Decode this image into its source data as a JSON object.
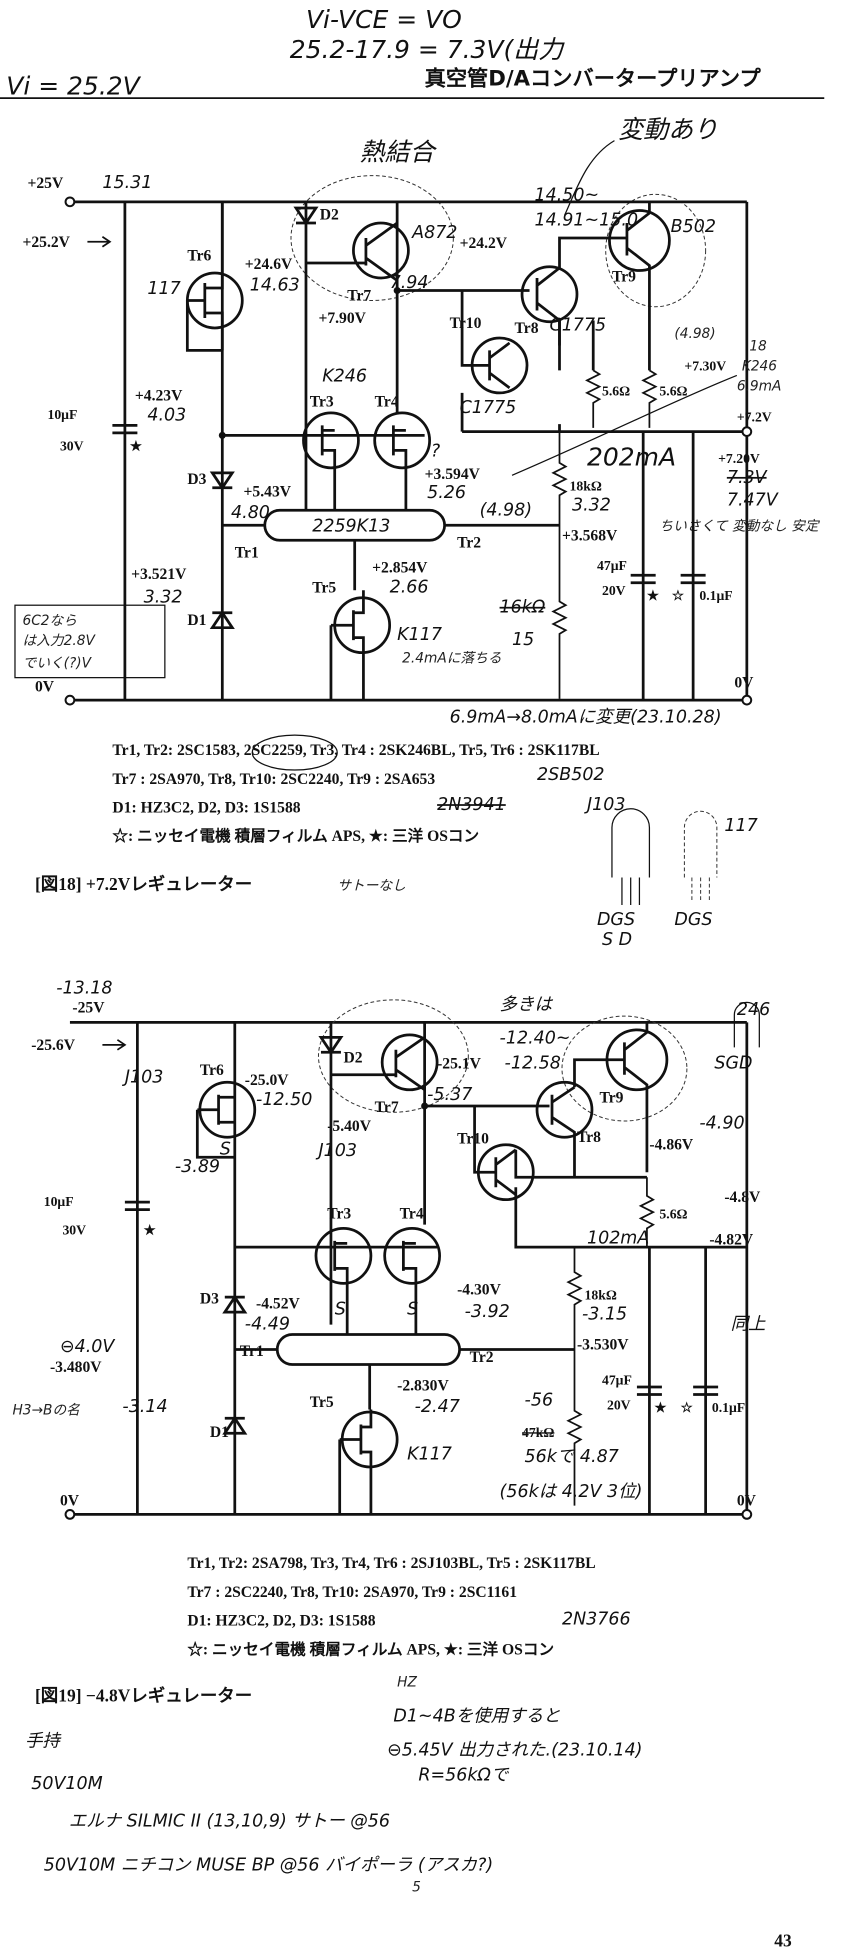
{
  "header": {
    "title": "真空管D/Aコンバータープリアンプ",
    "note_formula1": "Vi-VCE = VO",
    "note_formula2": "25.2-17.9 = 7.3V(出力",
    "note_vi": "Vi = 25.2V"
  },
  "fig18": {
    "caption": "[図18] +7.2Vレギュレーター",
    "caption_note": "サトーなし",
    "note_thermal": "熱結合",
    "note_fluct": "変動あり",
    "rail_top": "+25V",
    "rail_top_meas": "15.31",
    "in_v": "+25.2V",
    "d2": "D2",
    "tr7": "Tr7",
    "tr7_part": "A872",
    "tr6": "Tr6",
    "tr6_part": "117",
    "v_24_6": "+24.6V",
    "m_14_63": "14.63",
    "v_7_90": "+7.90V",
    "m_7_94": "7.94",
    "v_24_2": "+24.2V",
    "m_14_50": "14.50~",
    "m_1491": "14.91~15.0",
    "tr9": "Tr9",
    "tr9_part": "B502",
    "tr8": "Tr8",
    "tr8_part": "C1775",
    "tr10": "Tr10",
    "tr10_part": "C1775",
    "r_5_6a": "5.6Ω",
    "r_5_6b": "5.6Ω",
    "v_7_30": "+7.30V",
    "m_498a": "(4.98)",
    "m_18": "18",
    "m_k246b": "K246",
    "m_69ma": "6.9mA",
    "out_v": "+7.2V",
    "m_202ma": "202mA",
    "v_7_20": "+7.20V",
    "m_73v": "7.3V",
    "m_747v": "7.47V",
    "m_note_right": "ちいさくて 変動なし 安定",
    "c10": "10μF",
    "c10_v": "30V",
    "star": "★",
    "v_4_23": "+4.23V",
    "m_4_03": "4.03",
    "m_k246": "K246",
    "tr3": "Tr3",
    "tr4": "Tr4",
    "d3": "D3",
    "v_5_43": "+5.43V",
    "m_4_80": "4.80",
    "v_3_594": "+3.594V",
    "m_q": "?",
    "m_5_26": "5.26",
    "m_498b": "(4.98)",
    "tr1": "Tr1",
    "tr2": "Tr2",
    "m_pair": "2259K13",
    "r_18k": "18kΩ",
    "m_3_32b": "3.32",
    "v_3_568": "+3.568V",
    "v_2_854": "+2.854V",
    "m_2_66": "2.66",
    "tr5": "Tr5",
    "tr5_part": "K117",
    "m_24ma": "2.4mAに落ちる",
    "v_3_521": "+3.521V",
    "m_3_32": "3.32",
    "d1": "D1",
    "m_box1": "6C2なら",
    "m_box2": "は入力2.8V",
    "m_box3": "でいく(?)V",
    "c47": "47μF",
    "c47_v": "20V",
    "c01": "0.1μF",
    "star_open": "☆",
    "r_16k": "16kΩ",
    "m_15": "15",
    "gnd_left": "0V",
    "gnd_right": "0V",
    "m_change": "6.9mA→8.0mAに変更(23.10.28)",
    "parts": [
      "Tr1, Tr2: 2SC1583, 2SC2259, Tr3, Tr4 : 2SK246BL, Tr5, Tr6 : 2SK117BL",
      "Tr7 : 2SA970, Tr8, Tr10: 2SC2240, Tr9 : 2SA653",
      "D1: HZ3C2, D2, D3: 1S1588",
      "☆: ニッセイ電機 積層フィルム APS, ★: 三洋 OSコン"
    ],
    "m_2sb502": "2SB502",
    "m_2n3941": "2N3941",
    "m_j103": "J103",
    "m_117": "117",
    "m_pin1": "DGS",
    "m_pin1b": "S D",
    "m_pin2": "DGS"
  },
  "fig19": {
    "caption": "[図19] −4.8Vレギュレーター",
    "m_top": "-13.18",
    "rail_top": "-25V",
    "in_v": "-25.6V",
    "m_j103a": "J103",
    "tr6": "Tr6",
    "m_s6": "S",
    "m_3_89": "-3.89",
    "d2": "D2",
    "tr7": "Tr7",
    "v_25_0": "-25.0V",
    "m_12_50": "-12.50",
    "v_5_40": "-5.40V",
    "m_5_37": "-5.37",
    "m_many": "多きは",
    "m_12_40": "-12.40~",
    "m_12_58": "-12.58",
    "v_25_1": "-25.1V",
    "tr9": "Tr9",
    "m_246": "246",
    "m_sgd": "SGD",
    "tr8": "Tr8",
    "tr10": "Tr10",
    "m_4_90": "-4.90",
    "v_4_86": "-4.86V",
    "r_5_6": "5.6Ω",
    "out_v": "-4.8V",
    "v_4_82": "-4.82V",
    "m_102ma": "102mA",
    "c10": "10μF",
    "c10_v": "30V",
    "star": "★",
    "m_j103b": "J103",
    "tr3": "Tr3",
    "tr4": "Tr4",
    "m_s3": "S",
    "m_s4": "S",
    "d3": "D3",
    "v_4_52": "-4.52V",
    "m_4_49": "-4.49",
    "v_4_30": "-4.30V",
    "m_3_92": "-3.92",
    "tr1": "Tr1",
    "tr2": "Tr2",
    "r_18k": "18kΩ",
    "m_3_15": "-3.15",
    "v_3_530": "-3.530V",
    "m_4_0v": "⊖4.0V",
    "v_3_480": "-3.480V",
    "m_3_14": "-3.14",
    "m_h3": "H3→Bの名",
    "d1": "D1",
    "v_2_830": "-2.830V",
    "m_2_47": "-2.47",
    "tr5": "Tr5",
    "tr5_part": "K117",
    "c47": "47μF",
    "c47_v": "20V",
    "c01": "0.1μF",
    "star_open": "☆",
    "m_same": "同上",
    "m_56": "-56",
    "r_47k": "47kΩ",
    "m_56k": "56kで 4.87",
    "m_56k2": "(56kは 4.2V 3位)",
    "gnd_left": "0V",
    "gnd_right": "0V",
    "parts": [
      "Tr1, Tr2: 2SA798, Tr3, Tr4, Tr6 : 2SJ103BL, Tr5 : 2SK117BL",
      "Tr7 : 2SC2240, Tr8, Tr10: 2SA970, Tr9 : 2SC1161",
      "D1: HZ3C2, D2, D3: 1S1588",
      "☆: ニッセイ電機 積層フィルム APS, ★: 三洋 OSコン"
    ],
    "m_2n3766": "2N3766"
  },
  "notes": {
    "h2": "HZ",
    "line1": "D1~4Bを使用すると",
    "line2": "⊖5.45V 出力された.(23.10.14)",
    "line3": "R=56kΩで",
    "stock": "手持",
    "cap1": "50V10M",
    "cap1_desc": "エルナ SILMIC II (13,10,9) サトー @56",
    "cap2": "50V10M ニチコン MUSE BP @56 バイポーラ (アスカ?)",
    "cap2_sub": "5",
    "page": "43"
  }
}
